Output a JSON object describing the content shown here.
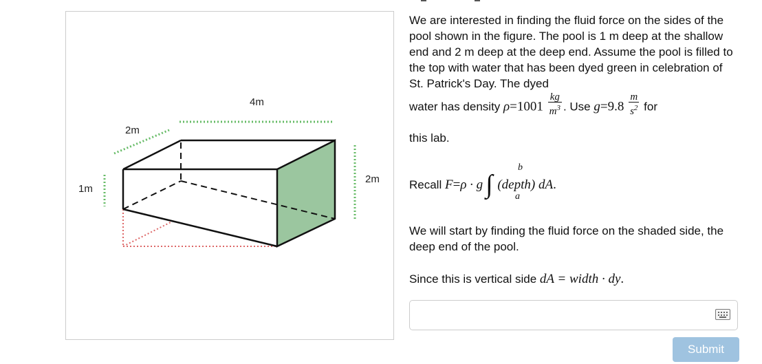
{
  "figure": {
    "labels": {
      "width_top": "4m",
      "length_left": "2m",
      "depth_shallow": "1m",
      "depth_deep": "2m"
    },
    "colors": {
      "shaded_face": "#9bc69f",
      "dotted_guides": "#66bb66",
      "hidden_bottom": "#dd6666"
    }
  },
  "problem": {
    "intro": "We are interested in finding the fluid force on the sides of the pool shown in the figure. The pool is 1 m deep at the shallow end and 2 m deep at the deep end. Assume the pool is filled to the top with water that has been dyed green in celebration of St. Patrick's Day. The dyed",
    "density_prefix": "water has density",
    "rho_sym": "ρ",
    "equals": "=",
    "density_value": "1001",
    "density_unit_num": "kg",
    "density_unit_den": "m",
    "density_unit_den_exp": "3",
    "use_text": ". Use",
    "g_sym": "g",
    "g_value": "9.8",
    "g_unit_num": "m",
    "g_unit_den": "s",
    "g_unit_den_exp": "2",
    "for_text": "for",
    "lab_text": "this lab.",
    "recall_text": "Recall",
    "F_sym": "F",
    "rho_g": "ρ · g",
    "upper_limit": "b",
    "lower_limit": "a",
    "integrand": "(depth) dA",
    "period": ".",
    "start_text": "We will start by finding the fluid force on the shaded side, the deep end of the pool.",
    "vertical_text": "Since this is vertical side",
    "dA_expr": "dA = width · dy",
    "dA_period": "."
  },
  "answer": {
    "value": "",
    "placeholder": ""
  },
  "submit": {
    "label": "Submit",
    "color": "#9fc3e0"
  }
}
